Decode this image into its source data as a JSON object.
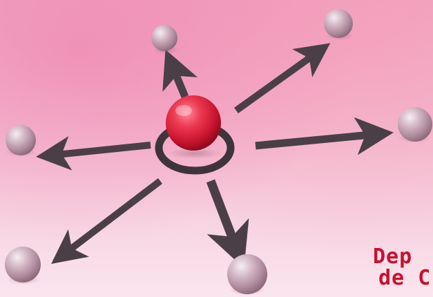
{
  "caption": {
    "line1": "Dep",
    "line2": "de C"
  },
  "colors": {
    "background_top": "#f1a9c4",
    "background_bottom": "#fae5ee",
    "arrow": "#4a3f47",
    "center_sphere": "#e8293f",
    "outer_sphere": "#c9a5b7",
    "caption_text": "#c8102e"
  },
  "icons": {
    "center": "red-sphere",
    "nodes": "grey-sphere",
    "connectors": "arrow"
  }
}
